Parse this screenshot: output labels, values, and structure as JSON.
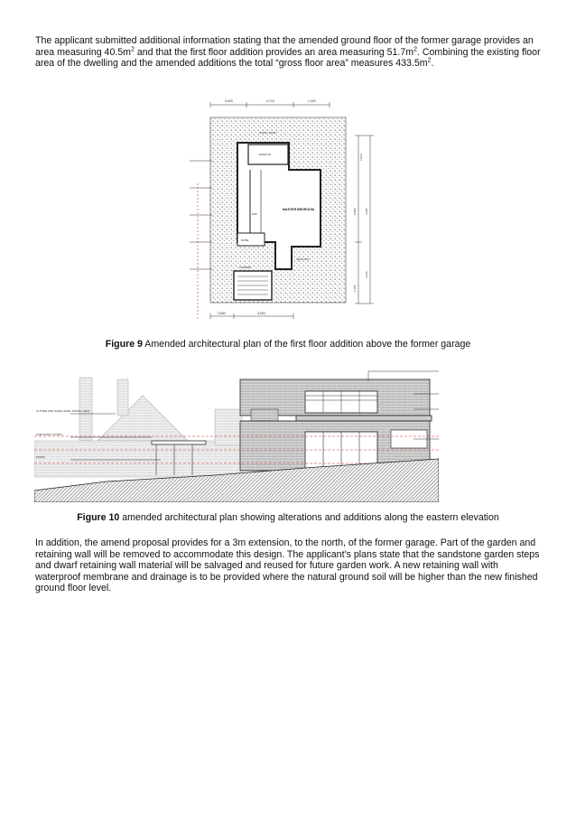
{
  "paragraph1": {
    "pre_a": "The applicant submitted additional information stating that the amended ground floor of the former garage provides an area measuring 40.5m",
    "mid_b": " and that the first floor addition provides an area measuring 51.7m",
    "post_c": ". Combining the existing floor area of the dwelling and the amended additions the total “gross floor area” measures 433.5m",
    "end": ".",
    "sup": "2"
  },
  "figure9": {
    "caption_label": "Figure 9",
    "caption_text": " Amended architectural plan of the first floor addition above the former garage",
    "labels": {
      "dim_top_1": "3,600",
      "dim_top_2": "4,715",
      "dim_top_3": "1,400",
      "dim_bottom_1": "2,840",
      "dim_bottom_2": "4,620",
      "dim_right_1": "2,915",
      "dim_right_2": "5,880",
      "dim_right_3": "3,695",
      "dim_right_4": "4,125",
      "dim_right_5": "2,385",
      "room": "MASTER\nBEDROOM",
      "ensuite": "ENSUITE",
      "wir": "WIR",
      "robe": "ROBE",
      "balcony_top": "CONC. ROOF",
      "balcony_right": "BALCONY",
      "landing": "LANDING"
    }
  },
  "figure10": {
    "caption_label": "Figure 10",
    "caption_text": " amended architectural plan showing alterations and additions along the eastern elevation",
    "labels": {
      "note1": "GUTTER AND SAME LEVEL INSTALL NEW",
      "note2": "LINE SOFFIT FINISH",
      "note3": "FINISH"
    }
  },
  "paragraph2": {
    "text": "In addition, the amend proposal provides for a 3m extension, to the north, of the former garage. Part of the garden and retaining wall will be removed to accommodate this design. The applicant’s plans state that the sandstone garden steps and dwarf retaining wall material will be salvaged and reused for future garden work. A new retaining wall with waterproof membrane and drainage is to be provided where the natural ground soil will be higher than the new finished ground floor level."
  }
}
